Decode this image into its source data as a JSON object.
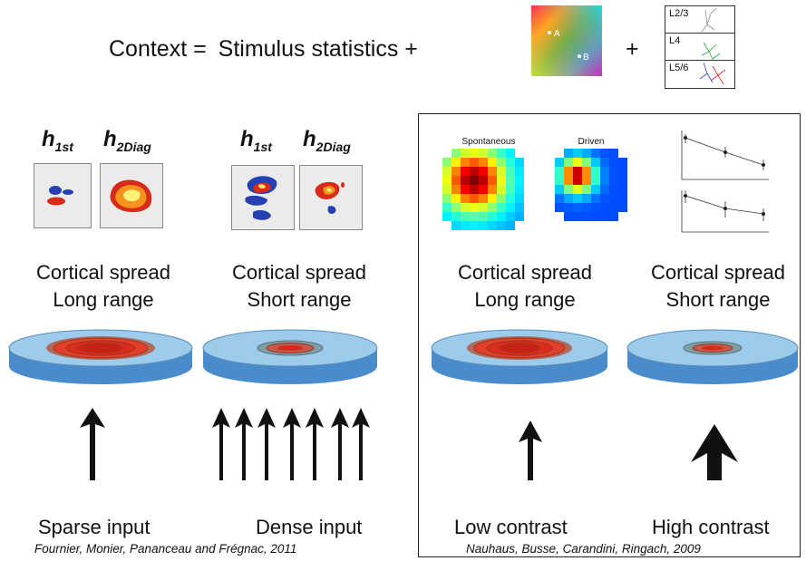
{
  "title": {
    "prefix": "Context =",
    "text": "Stimulus statistics +",
    "plus": "+"
  },
  "layers": [
    "L2/3",
    "L4",
    "L5/6"
  ],
  "map_labels": {
    "a": "A",
    "b": "B"
  },
  "left_panels": [
    {
      "h1_main": "h",
      "h1_sub": "1st",
      "h2_main": "h",
      "h2_sub": "2Diag",
      "spread_line1": "Cortical spread",
      "spread_line2": "Long range",
      "input_label": "Sparse input"
    },
    {
      "h1_main": "h",
      "h1_sub": "1st",
      "h2_main": "h",
      "h2_sub": "2Diag",
      "spread_line1": "Cortical spread",
      "spread_line2": "Short range",
      "input_label": "Dense input"
    }
  ],
  "left_citation": "Fournier, Monier, Pananceau and Frégnac, 2011",
  "right_panels": [
    {
      "spread_line1": "Cortical spread",
      "spread_line2": "Long range",
      "input_label": "Low contrast"
    },
    {
      "spread_line1": "Cortical spread",
      "spread_line2": "Short range",
      "input_label": "High contrast"
    }
  ],
  "heatmap_labels": {
    "spontaneous": "Spontaneous",
    "driven": "Driven"
  },
  "right_citation": "Nauhaus, Busse, Carandini, Ringach, 2009",
  "colors": {
    "disk_top": "#8fc3e8",
    "disk_side": "#3f86c4",
    "activity_core": "#d8281c",
    "arrow": "#111111"
  }
}
